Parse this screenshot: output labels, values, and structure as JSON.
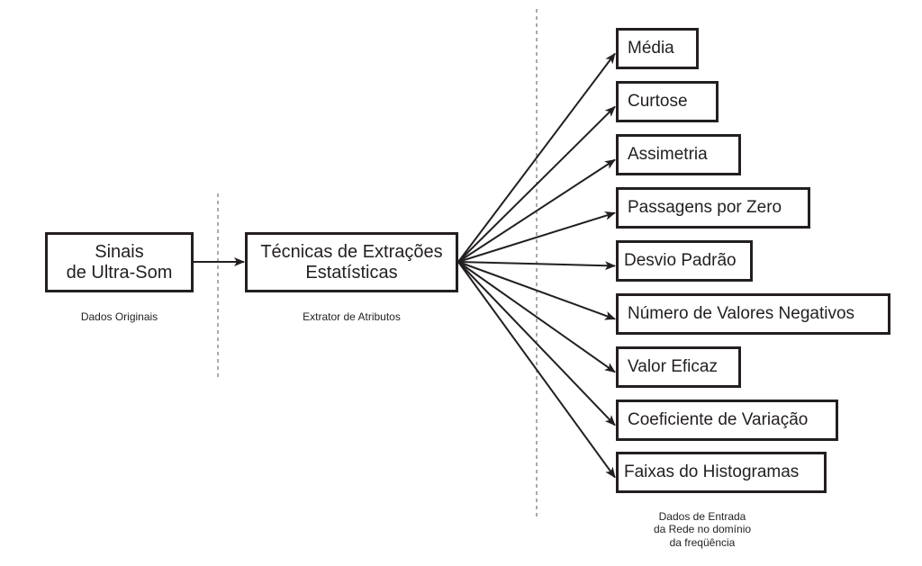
{
  "diagram": {
    "source": {
      "label": "Sinais\nde Ultra-Som",
      "caption": "Dados Originais"
    },
    "extractor": {
      "label": "Técnicas de Extrações\nEstatísticas",
      "caption": "Extrator de Atributos"
    },
    "outputs": [
      {
        "label": "Média"
      },
      {
        "label": "Curtose"
      },
      {
        "label": "Assimetria"
      },
      {
        "label": "Passagens por Zero"
      },
      {
        "label": "Desvio Padrão"
      },
      {
        "label": "Número de Valores Negativos"
      },
      {
        "label": "Valor Eficaz"
      },
      {
        "label": "Coeficiente de Variação"
      },
      {
        "label": "Faixas do Histogramas"
      }
    ],
    "outputs_caption": "Dados de Entrada\nda Rede no domínio\nda freqüência",
    "colors": {
      "stroke": "#231f20",
      "dashed": "#555555"
    }
  }
}
